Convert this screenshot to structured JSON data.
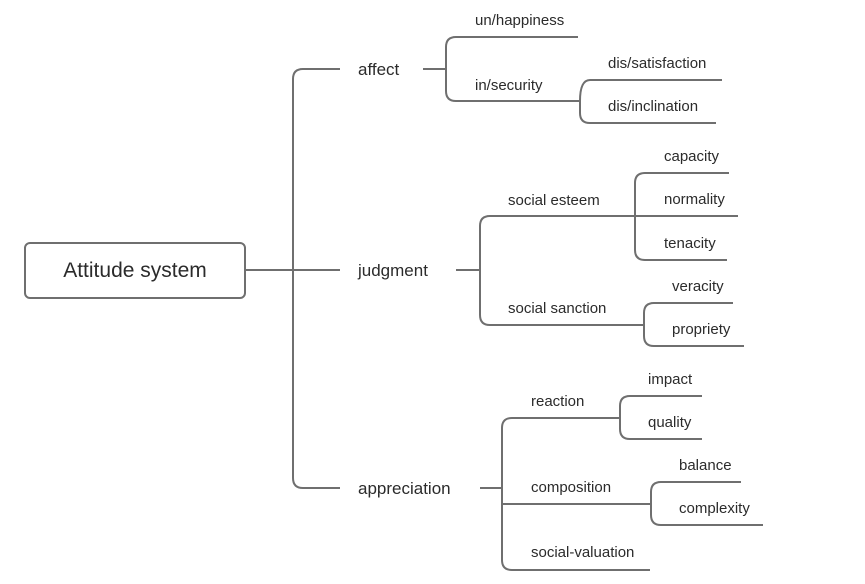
{
  "root": {
    "label": "Attitude system"
  },
  "branches": {
    "affect": {
      "label": "affect",
      "children": {
        "un_happiness": {
          "label": "un/happiness"
        },
        "in_security": {
          "label": "in/security",
          "children": {
            "dis_satisfaction": {
              "label": "dis/satisfaction"
            },
            "dis_inclination": {
              "label": "dis/inclination"
            }
          }
        }
      }
    },
    "judgment": {
      "label": "judgment",
      "children": {
        "social_esteem": {
          "label": "social esteem",
          "children": {
            "capacity": {
              "label": "capacity"
            },
            "normality": {
              "label": "normality"
            },
            "tenacity": {
              "label": "tenacity"
            }
          }
        },
        "social_sanction": {
          "label": "social sanction",
          "children": {
            "veracity": {
              "label": "veracity"
            },
            "propriety": {
              "label": "propriety"
            }
          }
        }
      }
    },
    "appreciation": {
      "label": "appreciation",
      "children": {
        "reaction": {
          "label": "reaction",
          "children": {
            "impact": {
              "label": "impact"
            },
            "quality": {
              "label": "quality"
            }
          }
        },
        "composition": {
          "label": "composition",
          "children": {
            "balance": {
              "label": "balance"
            },
            "complexity": {
              "label": "complexity"
            }
          }
        },
        "social_valuation": {
          "label": "social-valuation"
        }
      }
    }
  }
}
